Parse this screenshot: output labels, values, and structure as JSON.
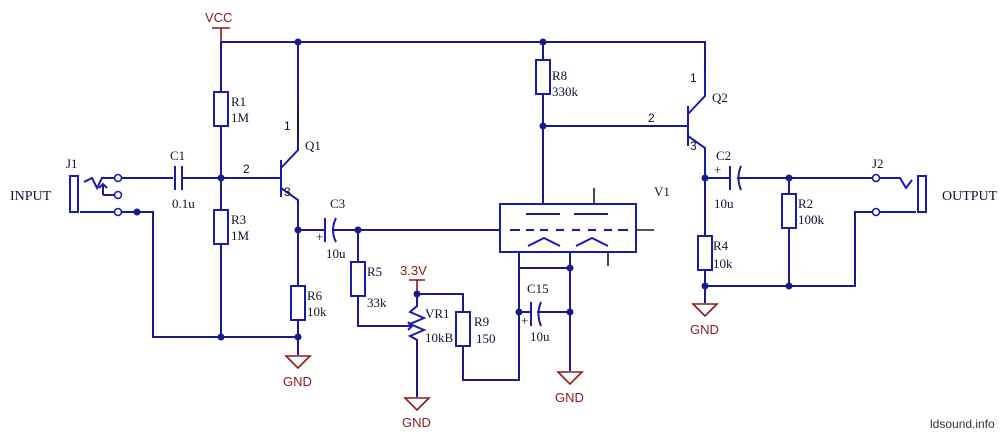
{
  "power": {
    "vcc": "VCC",
    "v33": "3.3V",
    "gnd": "GND"
  },
  "connectors": {
    "j1": "J1",
    "j2": "J2",
    "input": "INPUT",
    "output": "OUTPUT"
  },
  "components": {
    "r1": {
      "ref": "R1",
      "value": "1M"
    },
    "r2": {
      "ref": "R2",
      "value": "100k"
    },
    "r3": {
      "ref": "R3",
      "value": "1M"
    },
    "r4": {
      "ref": "R4",
      "value": "10k"
    },
    "r5": {
      "ref": "R5",
      "value": "33k"
    },
    "r6": {
      "ref": "R6",
      "value": "10k"
    },
    "r8": {
      "ref": "R8",
      "value": "330k"
    },
    "r9": {
      "ref": "R9",
      "value": "150"
    },
    "vr1": {
      "ref": "VR1",
      "value": "10kB"
    },
    "c1": {
      "ref": "C1",
      "value": "0.1u"
    },
    "c2": {
      "ref": "C2",
      "value": "10u"
    },
    "c3": {
      "ref": "C3",
      "value": "10u"
    },
    "c15": {
      "ref": "C15",
      "value": "10u"
    },
    "q1": {
      "ref": "Q1"
    },
    "q2": {
      "ref": "Q2"
    },
    "v1": {
      "ref": "V1"
    }
  },
  "pins": {
    "p1": "1",
    "p2": "2",
    "p3": "3"
  },
  "polarity": "+",
  "watermark": "ldsound.info"
}
